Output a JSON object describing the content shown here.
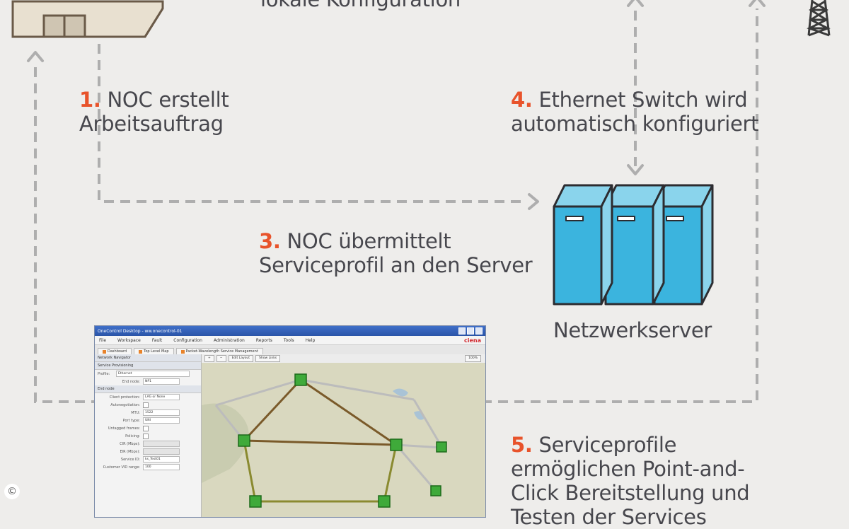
{
  "labels": {
    "top_partial": "lokale Konfiguration",
    "step1": {
      "num": "1.",
      "line1": "NOC erstellt",
      "line2": "Arbeitsauftrag"
    },
    "step3": {
      "num": "3.",
      "line1": "NOC übermittelt",
      "line2": "Serviceprofil an den Server"
    },
    "step4": {
      "num": "4.",
      "line1": "Ethernet Switch wird",
      "line2": "automatisch konfiguriert"
    },
    "step5": {
      "num": "5.",
      "line1": "Serviceprofile",
      "line2": "ermöglichen Point-and-",
      "line3": "Click Bereitstellung und",
      "line4": "Testen der Services"
    },
    "server_caption": "Netzwerkserver",
    "copyright": "©"
  },
  "colors": {
    "background": "#eeedeb",
    "dashed_arrow": "#aeaeae",
    "step_number": "#e8532b",
    "server_front": "#3bb4de",
    "server_side": "#8ad4ec",
    "text": "#47474d"
  },
  "icons": {
    "device": "building-icon",
    "tower": "transmission-tower-icon",
    "servers": "server-rack-icon"
  },
  "app": {
    "title": "OneControl Desktop - ww.onecontrol-01",
    "menu": [
      "File",
      "Workspace",
      "Fault",
      "Configuration",
      "Administration",
      "Reports",
      "Tools",
      "Help"
    ],
    "brand": "ciena",
    "tabs": [
      "Dashboard",
      "Top Level Map",
      "Packet-Wavelength Service Management"
    ],
    "panel_title": "Network Navigator",
    "panel_subtitle": "Service Provisioning",
    "profile_label": "Profile:",
    "profile_value": "Ethernet",
    "end_node_label": "End node:",
    "end_node_value": "NP1",
    "section": "End node",
    "fields": [
      {
        "k": "Client protection:",
        "v": "LAG or None"
      },
      {
        "k": "Autonegotiation:",
        "v": ""
      },
      {
        "k": "MTU:",
        "v": "1522"
      },
      {
        "k": "Port type:",
        "v": "UNI"
      },
      {
        "k": "Untagged frames:",
        "v": ""
      },
      {
        "k": "Policing:",
        "v": ""
      },
      {
        "k": "CIR (Mbps):",
        "v": ""
      },
      {
        "k": "EIR (Mbps):",
        "v": ""
      },
      {
        "k": "Service ID:",
        "v": "ks_Test01"
      },
      {
        "k": "Customer VID range:",
        "v": "100"
      }
    ],
    "map_toolbar": [
      "Edit Layout",
      "Show Links"
    ],
    "zoom": "100%"
  }
}
